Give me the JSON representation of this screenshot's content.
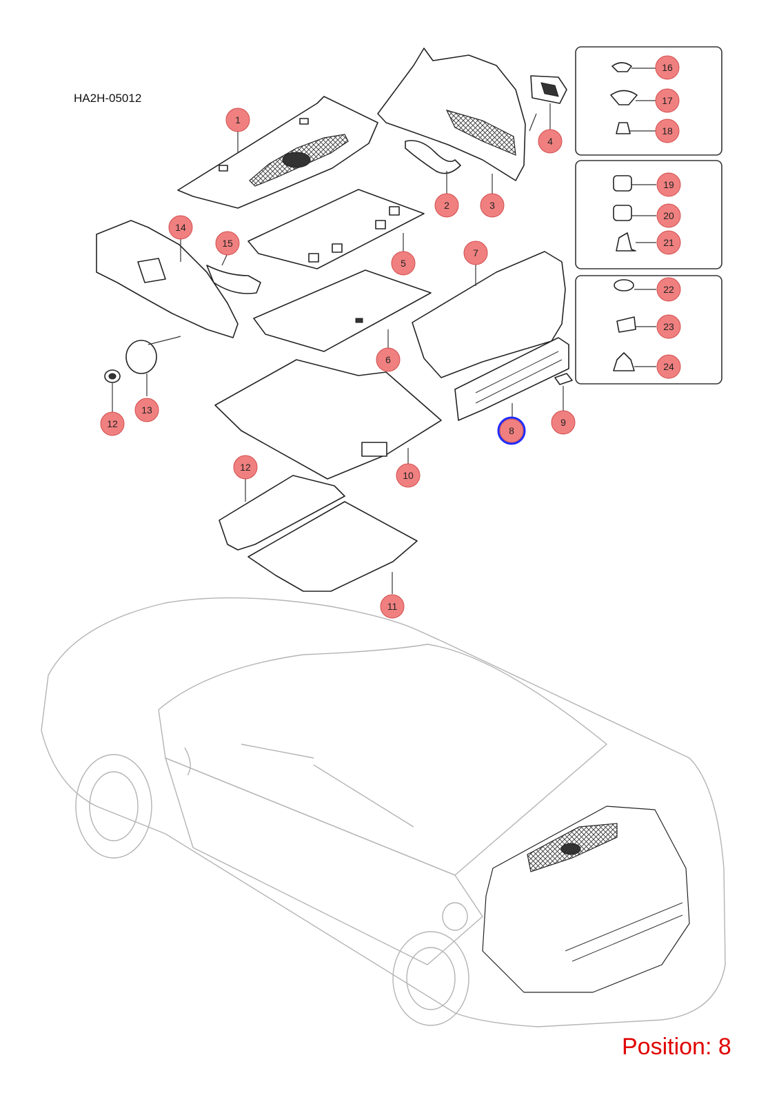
{
  "diagram_code": "HA2H-05012",
  "position_label": "Position: 8",
  "highlight_color": "#1f2bff",
  "callout_color": "#f08080",
  "callouts": [
    "1",
    "2",
    "3",
    "4",
    "5",
    "6",
    "7",
    "8",
    "9",
    "10",
    "11",
    "12",
    "12",
    "13",
    "14",
    "15",
    "16",
    "17",
    "18",
    "19",
    "20",
    "21",
    "22",
    "23",
    "24"
  ],
  "selected_callout": "8"
}
